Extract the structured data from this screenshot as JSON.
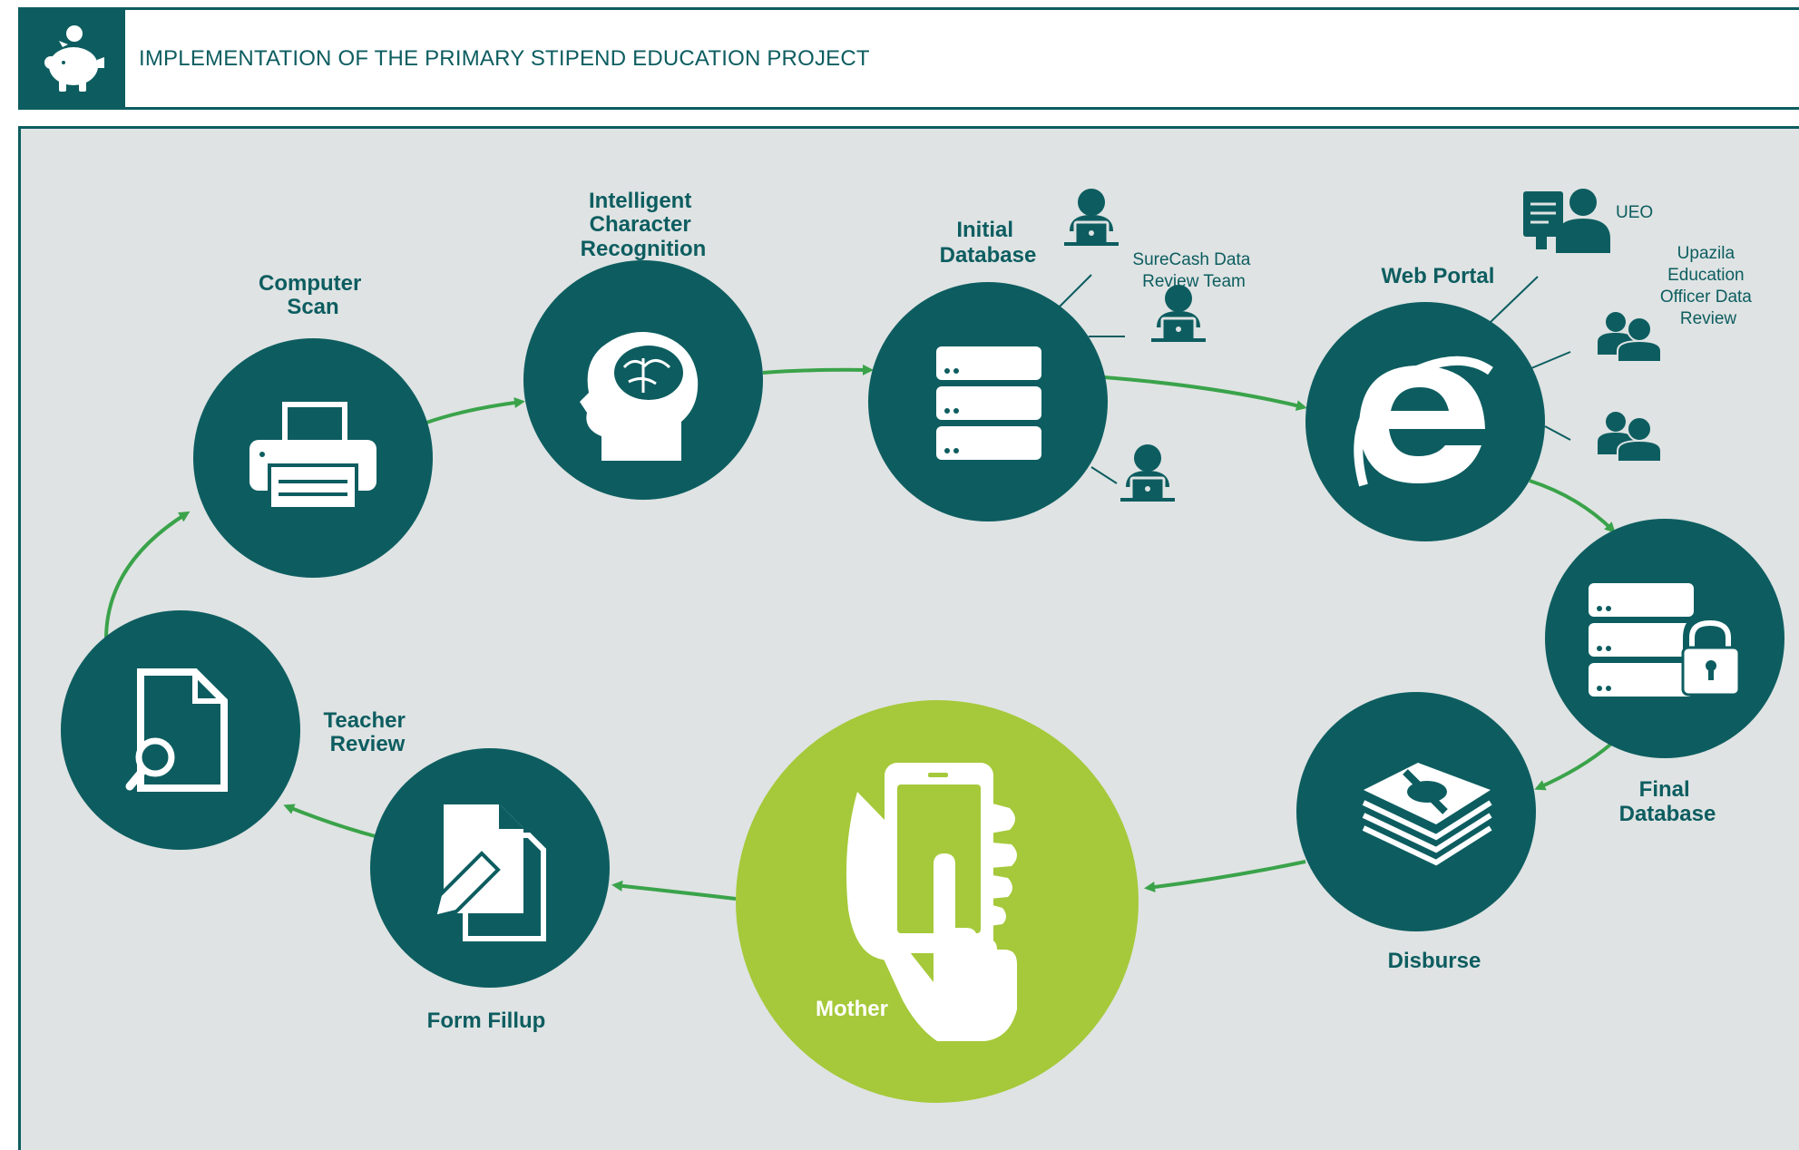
{
  "header": {
    "title": "IMPLEMENTATION OF THE PRIMARY STIPEND EDUCATION PROJECT",
    "logo_icon": "piggy-bank-icon"
  },
  "colors": {
    "primary": "#0d5d60",
    "accent_green": "#a5c93a",
    "arrow": "#3aa34a",
    "panel_bg": "#dfe3e3"
  },
  "nodes": {
    "computer_scan": {
      "label": [
        "Computer",
        "Scan"
      ],
      "icon": "printer-icon"
    },
    "icr": {
      "label": [
        "Intelligent",
        "Character",
        "Recognition"
      ],
      "icon": "brain-head-icon"
    },
    "initial_db": {
      "label": [
        "Initial",
        "Database"
      ],
      "icon": "database-icon"
    },
    "web_portal": {
      "label": [
        "Web Portal"
      ],
      "icon": "internet-explorer-icon"
    },
    "final_db": {
      "label": [
        "Final",
        "Database"
      ],
      "icon": "locked-database-icon"
    },
    "disburse": {
      "label": [
        "Disburse"
      ],
      "icon": "money-stack-icon"
    },
    "mother": {
      "label": [
        "Mother"
      ],
      "icon": "hand-phone-icon"
    },
    "form_fillup": {
      "label": [
        "Form Fillup"
      ],
      "icon": "documents-pen-icon"
    },
    "teacher_review": {
      "label": [
        "Teacher",
        "Review"
      ],
      "icon": "document-search-icon"
    }
  },
  "side_labels": {
    "surecash": [
      "SureCash Data",
      "Review Team"
    ],
    "ueo": [
      "UEO"
    ],
    "upazila": [
      "Upazila",
      "Education",
      "Officer Data",
      "Review"
    ]
  }
}
